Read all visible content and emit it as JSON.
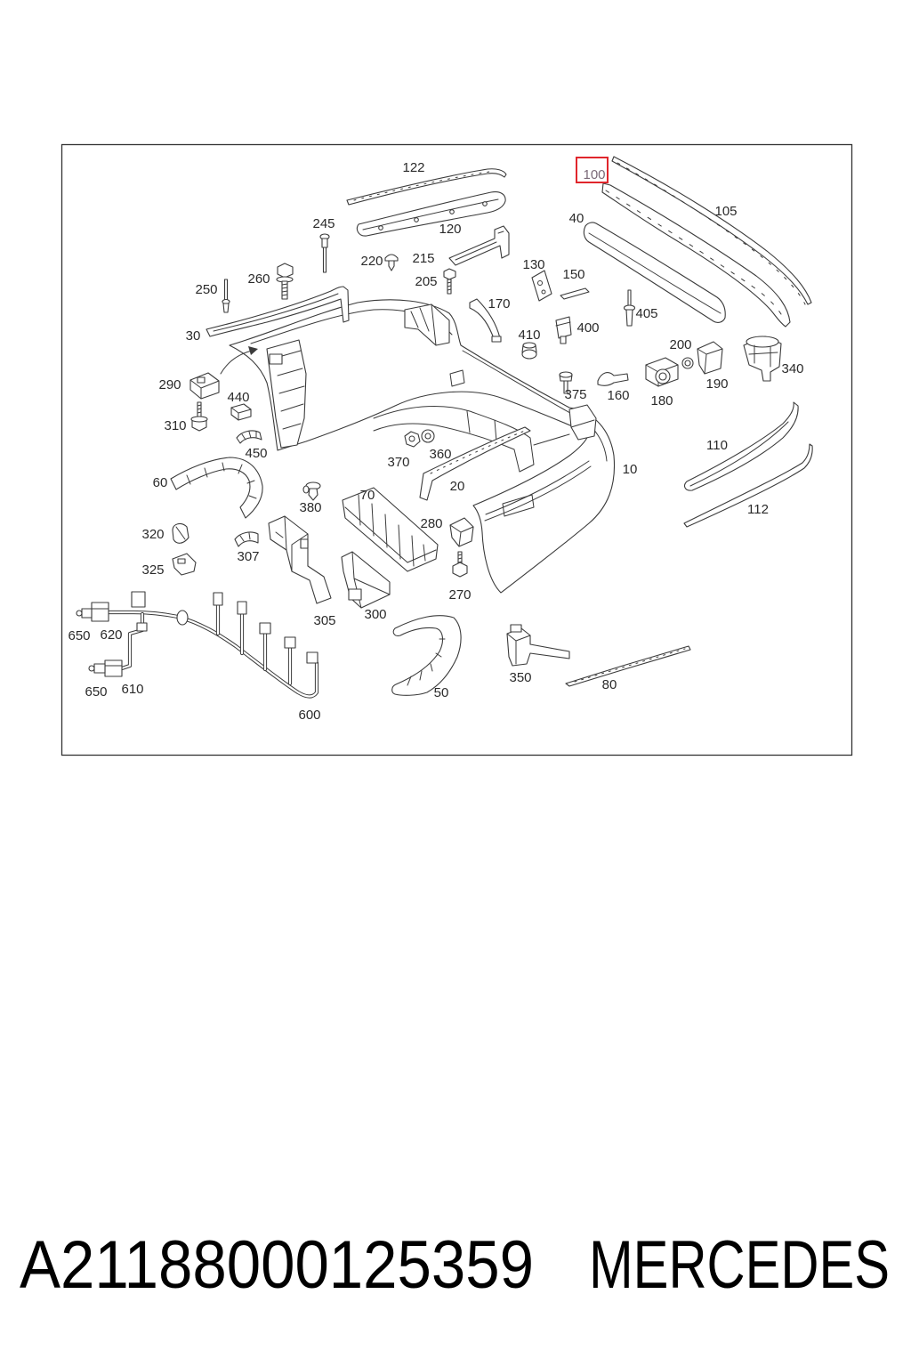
{
  "diagram": {
    "callouts": [
      "122",
      "105",
      "40",
      "120",
      "245",
      "220",
      "215",
      "130",
      "150",
      "205",
      "260",
      "250",
      "170",
      "405",
      "400",
      "410",
      "30",
      "200",
      "190",
      "340",
      "290",
      "375",
      "160",
      "180",
      "440",
      "310",
      "450",
      "370",
      "360",
      "110",
      "10",
      "20",
      "60",
      "70",
      "380",
      "112",
      "280",
      "320",
      "307",
      "325",
      "270",
      "300",
      "305",
      "620",
      "650",
      "350",
      "80",
      "610",
      "650",
      "50",
      "600"
    ],
    "highlight": {
      "label": "100"
    }
  },
  "footer": {
    "part_number": "A21188000125359",
    "brand": "MERCEDES"
  },
  "colors": {
    "line": "#3b3b3b",
    "label": "#2a2a2a",
    "highlight_box": "#e0262c",
    "highlight_text": "#7b6a78",
    "footer_text": "#000000"
  }
}
